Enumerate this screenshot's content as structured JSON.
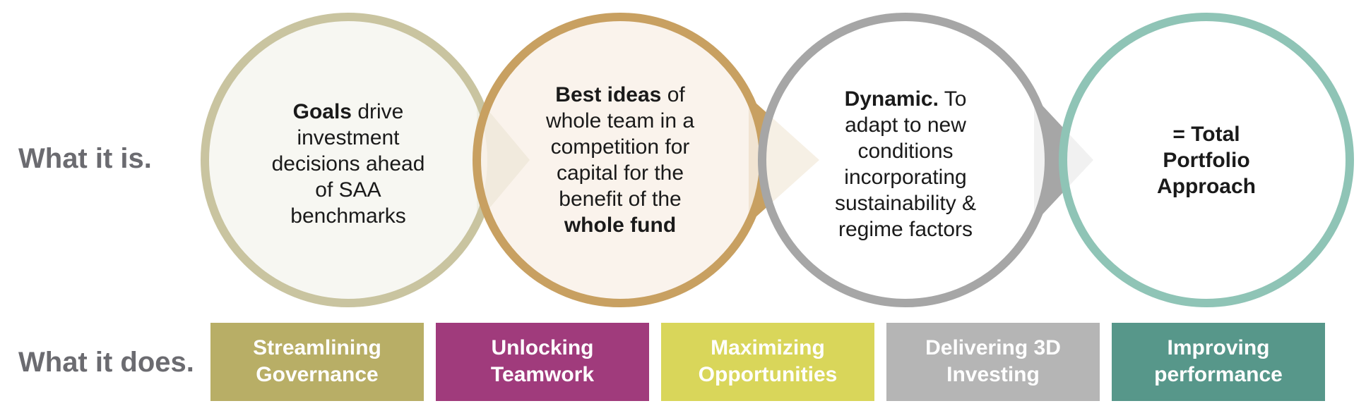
{
  "row_labels": {
    "what_it_is": "What it is.",
    "what_it_does": "What it does."
  },
  "circles": [
    {
      "key": "goals",
      "stroke": "#c9c4a0",
      "fill": "#f6f5ef",
      "lines": [
        [
          {
            "t": "Goals",
            "b": true
          },
          {
            "t": " drive",
            "b": false
          }
        ],
        [
          {
            "t": "investment",
            "b": false
          }
        ],
        [
          {
            "t": "decisions ahead",
            "b": false
          }
        ],
        [
          {
            "t": "of SAA",
            "b": false
          }
        ],
        [
          {
            "t": "benchmarks",
            "b": false
          }
        ]
      ]
    },
    {
      "key": "best-ideas",
      "stroke": "#c8a061",
      "fill": "#f9f1e8",
      "lines": [
        [
          {
            "t": "Best ideas",
            "b": true
          },
          {
            "t": " of",
            "b": false
          }
        ],
        [
          {
            "t": "whole team in a",
            "b": false
          }
        ],
        [
          {
            "t": "competition for",
            "b": false
          }
        ],
        [
          {
            "t": "capital for the",
            "b": false
          }
        ],
        [
          {
            "t": "benefit of the",
            "b": false
          }
        ],
        [
          {
            "t": "whole fund",
            "b": true
          }
        ]
      ]
    },
    {
      "key": "dynamic",
      "stroke": "#a6a6a6",
      "fill": "#ffffff",
      "lines": [
        [
          {
            "t": "Dynamic.",
            "b": true
          },
          {
            "t": " To",
            "b": false
          }
        ],
        [
          {
            "t": "adapt to new",
            "b": false
          }
        ],
        [
          {
            "t": "conditions",
            "b": false
          }
        ],
        [
          {
            "t": "incorporating",
            "b": false
          }
        ],
        [
          {
            "t": "sustainability &",
            "b": false
          }
        ],
        [
          {
            "t": "regime factors",
            "b": false
          }
        ]
      ]
    },
    {
      "key": "total-portfolio",
      "stroke": "#8fc4b6",
      "fill": "#ffffff",
      "lines": [
        [
          {
            "t": "= Total",
            "b": true
          }
        ],
        [
          {
            "t": "Portfolio",
            "b": true
          }
        ],
        [
          {
            "t": "Approach",
            "b": true
          }
        ]
      ]
    }
  ],
  "boxes": [
    {
      "key": "streamlining-governance",
      "color": "#b8ae66",
      "lines": [
        "Streamlining",
        "Governance"
      ]
    },
    {
      "key": "unlocking-teamwork",
      "color": "#a03b7c",
      "lines": [
        "Unlocking",
        "Teamwork"
      ]
    },
    {
      "key": "maximizing-opportunities",
      "color": "#d9d65a",
      "lines": [
        "Maximizing",
        "Opportunities"
      ]
    },
    {
      "key": "delivering-3d-investing",
      "color": "#b5b5b5",
      "lines": [
        "Delivering 3D",
        "Investing"
      ]
    },
    {
      "key": "improving-performance",
      "color": "#57978a",
      "lines": [
        "Improving",
        "performance"
      ]
    }
  ]
}
